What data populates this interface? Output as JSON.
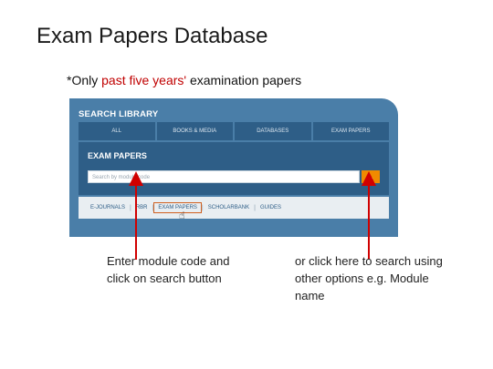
{
  "slide": {
    "title": "Exam Papers Database",
    "note_prefix": "*Only ",
    "note_highlight": "past five years'",
    "note_suffix": " examination papers"
  },
  "widget": {
    "title": "SEARCH LIBRARY",
    "tabs": [
      "ALL",
      "BOOKS & MEDIA",
      "DATABASES",
      "EXAM PAPERS"
    ],
    "panel_title": "EXAM PAPERS",
    "search_placeholder": "Search by module code",
    "go_label": "→",
    "links": [
      "E-JOURNALS",
      "RBR",
      "EXAM PAPERS",
      "SCHOLARBANK",
      "GUIDES"
    ],
    "link_separator": "|"
  },
  "captions": {
    "left": "Enter module code and click on search button",
    "right": "or click here to search using other options e.g. Module name"
  },
  "colors": {
    "highlight": "#c00000",
    "arrow": "#d00000",
    "widget_bg": "#4a7ea8",
    "panel_bg": "#2e5e87",
    "go_button": "#f08a00"
  }
}
